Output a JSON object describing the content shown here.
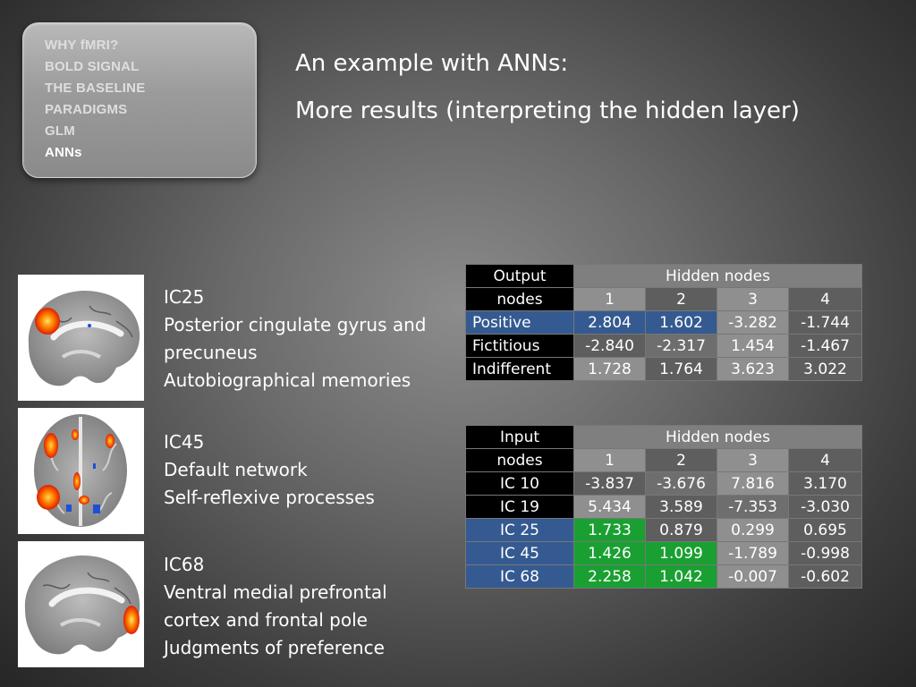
{
  "nav": {
    "items": [
      "WHY fMRI?",
      "BOLD SIGNAL",
      "THE BASELINE",
      "PARADIGMS",
      "GLM",
      "ANNs"
    ],
    "active_index": 5
  },
  "title": {
    "line1": "An example with ANNs:",
    "line2": "More results (interpreting the hidden layer)"
  },
  "components": [
    {
      "id": "IC25",
      "lines": [
        "Posterior cingulate gyrus and",
        "precuneus",
        "Autobiographical memories"
      ]
    },
    {
      "id": "IC45",
      "lines": [
        "Default network",
        "Self-reflexive processes"
      ]
    },
    {
      "id": "IC68",
      "lines": [
        "Ventral medial prefrontal",
        "cortex and frontal pole",
        "Judgments of preference"
      ]
    }
  ],
  "output_table": {
    "corner": [
      "Output",
      "nodes"
    ],
    "group_header": "Hidden nodes",
    "columns": [
      "1",
      "2",
      "3",
      "4"
    ],
    "rows": [
      {
        "label": "Positive",
        "values": [
          "2.804",
          "1.602",
          "-3.282",
          "-1.744"
        ]
      },
      {
        "label": "Fictitious",
        "values": [
          "-2.840",
          "-2.317",
          "1.454",
          "-1.467"
        ]
      },
      {
        "label": "Indifferent",
        "values": [
          "1.728",
          "1.764",
          "3.623",
          "3.022"
        ]
      }
    ]
  },
  "input_table": {
    "corner": [
      "Input",
      "nodes"
    ],
    "group_header": "Hidden nodes",
    "columns": [
      "1",
      "2",
      "3",
      "4"
    ],
    "rows": [
      {
        "label": "IC 10",
        "values": [
          "-3.837",
          "-3.676",
          "7.816",
          "3.170"
        ]
      },
      {
        "label": "IC 19",
        "values": [
          "5.434",
          "3.589",
          "-7.353",
          "-3.030"
        ]
      },
      {
        "label": "IC 25",
        "values": [
          "1.733",
          "0.879",
          "0.299",
          "0.695"
        ]
      },
      {
        "label": "IC 45",
        "values": [
          "1.426",
          "1.099",
          "-1.789",
          "-0.998"
        ]
      },
      {
        "label": "IC 68",
        "values": [
          "2.258",
          "1.042",
          "-0.007",
          "-0.602"
        ]
      }
    ]
  },
  "colors": {
    "label_black": "#000000",
    "label_blue": "#345a91",
    "highlight_green": "#1aa032",
    "header_gray": "#7f7f7f"
  }
}
